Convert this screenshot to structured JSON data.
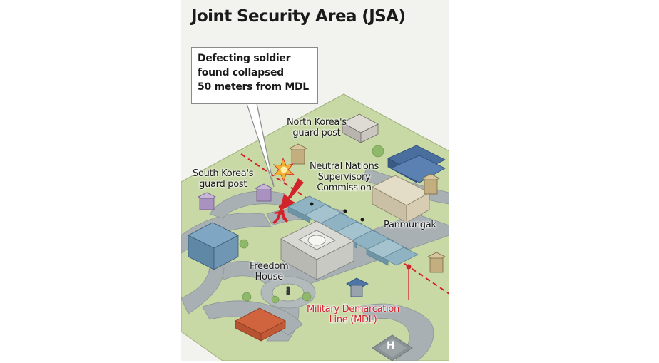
{
  "title": "Joint Security Area (JSA)",
  "callout": {
    "lines": [
      "Defecting soldier",
      "found collapsed",
      "50 meters from MDL"
    ]
  },
  "labels": {
    "north_korea_post": [
      "North Korea's",
      "guard post"
    ],
    "south_korea_post": [
      "South Korea's",
      "guard post"
    ],
    "nnsc": [
      "Neutral Nations",
      "Supervisory",
      "Commission"
    ],
    "panmungak": "Panmungak",
    "freedom_house": [
      "Freedom",
      "House"
    ],
    "mdl": [
      "Military Demarcation",
      "Line (MDL)"
    ],
    "helipad": "H"
  },
  "colors": {
    "ground": "#c9d9a6",
    "road": "#a8b0b2",
    "mdl_red": "#d2232a",
    "roof_blue": "#4a6e9e",
    "conference_blue": "#8fb3c2"
  }
}
